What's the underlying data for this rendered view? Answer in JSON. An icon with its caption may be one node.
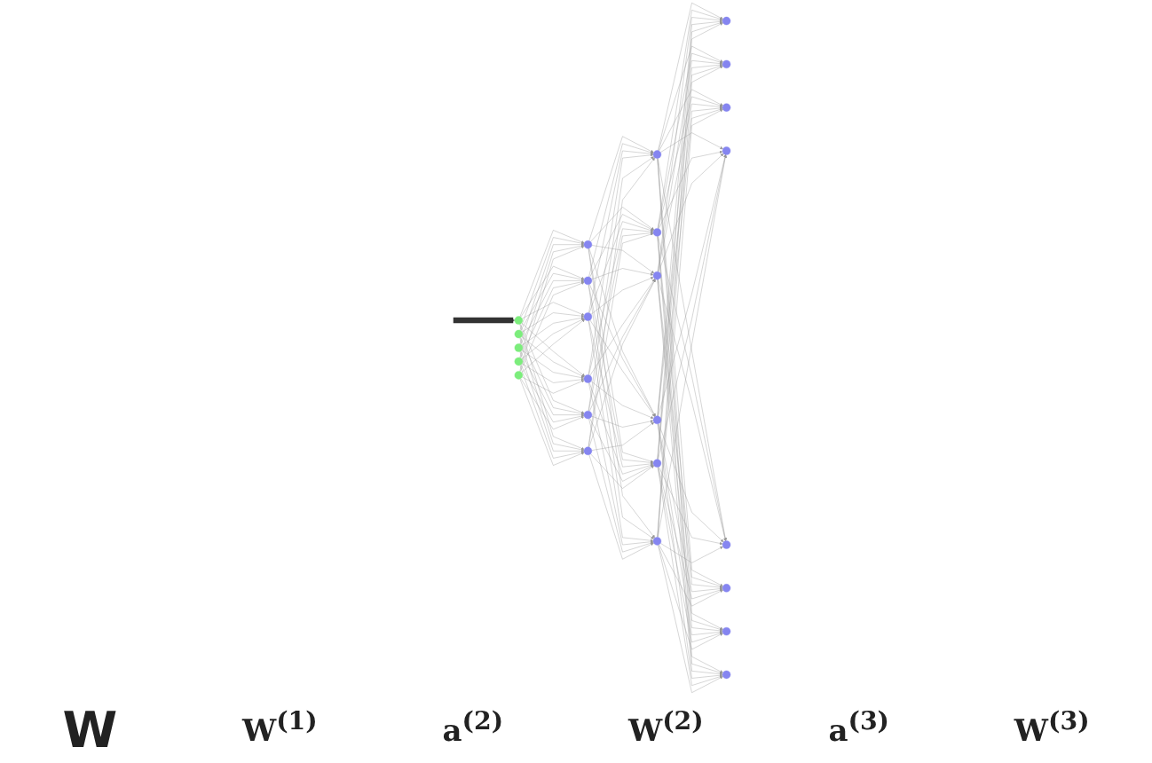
{
  "diagram": {
    "nodes": [
      {
        "text": [],
        "shape": "circle"
      },
      {
        "text": [],
        "shape": "circle"
      },
      {
        "text": [],
        "shape": "circle"
      },
      {
        "text": [],
        "shape": "circle"
      },
      {
        "text": [],
        "shape": "circle"
      },
      {
        "text": [],
        "shape": "circle"
      },
      {
        "text": [],
        "shape": "circle"
      },
      {
        "text": [],
        "shape": "circle"
      },
      {
        "text": [],
        "shape": "circle"
      },
      {
        "text": [],
        "shape": "circle"
      },
      {
        "text": [],
        "shape": "circle"
      },
      {
        "text": [],
        "shape": "circle"
      },
      {
        "text": [],
        "shape": "circle"
      },
      {
        "text": [],
        "shape": "circle"
      },
      {
        "text": [],
        "shape": "circle"
      },
      {
        "text": [],
        "shape": "circle"
      },
      {
        "text": [],
        "shape": "circle"
      },
      {
        "text": [],
        "shape": "circle"
      },
      {
        "text": [],
        "shape": "circle"
      },
      {
        "text": [],
        "shape": "circle"
      },
      {
        "text": [],
        "shape": "circle"
      },
      {
        "text": [],
        "shape": "circle"
      },
      {
        "text": [],
        "shape": "circle"
      },
      {
        "text": [],
        "shape": "circle"
      },
      {
        "text": [],
        "shape": "circle"
      }
    ],
    "edges": [
      {
        "from": null,
        "to": 0,
        "arrow": "to",
        "style": "thick",
        "color": "#333333"
      },
      {
        "from": 0,
        "to": 5,
        "arrow": "to"
      },
      {
        "from": 0,
        "to": 6,
        "arrow": "to"
      },
      {
        "from": 0,
        "to": 7,
        "arrow": "to"
      },
      {
        "from": 0,
        "to": 8,
        "arrow": "to"
      },
      {
        "from": 0,
        "to": 9,
        "arrow": "to"
      },
      {
        "from": 0,
        "to": 10,
        "arrow": "to"
      },
      {
        "from": 1,
        "to": 5,
        "arrow": "to"
      },
      {
        "from": 1,
        "to": 6,
        "arrow": "to"
      },
      {
        "from": 1,
        "to": 7,
        "arrow": "to"
      },
      {
        "from": 1,
        "to": 8,
        "arrow": "to"
      },
      {
        "from": 1,
        "to": 9,
        "arrow": "to"
      },
      {
        "from": 1,
        "to": 10,
        "arrow": "to"
      },
      {
        "from": 2,
        "to": 5,
        "arrow": "to"
      },
      {
        "from": 2,
        "to": 6,
        "arrow": "to"
      },
      {
        "from": 2,
        "to": 7,
        "arrow": "to"
      },
      {
        "from": 2,
        "to": 8,
        "arrow": "to"
      },
      {
        "from": 2,
        "to": 9,
        "arrow": "to"
      },
      {
        "from": 2,
        "to": 10,
        "arrow": "to"
      },
      {
        "from": 3,
        "to": 5,
        "arrow": "to"
      },
      {
        "from": 3,
        "to": 6,
        "arrow": "to"
      },
      {
        "from": 3,
        "to": 7,
        "arrow": "to"
      },
      {
        "from": 3,
        "to": 8,
        "arrow": "to"
      },
      {
        "from": 3,
        "to": 9,
        "arrow": "to"
      },
      {
        "from": 3,
        "to": 10,
        "arrow": "to"
      },
      {
        "from": 4,
        "to": 5,
        "arrow": "to"
      },
      {
        "from": 4,
        "to": 6,
        "arrow": "to"
      },
      {
        "from": 4,
        "to": 7,
        "arrow": "to"
      },
      {
        "from": 4,
        "to": 8,
        "arrow": "to"
      },
      {
        "from": 4,
        "to": 9,
        "arrow": "to"
      },
      {
        "from": 4,
        "to": 10,
        "arrow": "to"
      },
      {
        "from": 5,
        "to": 11,
        "arrow": "to"
      },
      {
        "from": 5,
        "to": 12,
        "arrow": "to"
      },
      {
        "from": 5,
        "to": 13,
        "arrow": "to"
      },
      {
        "from": 5,
        "to": 14,
        "arrow": "to"
      },
      {
        "from": 5,
        "to": 15,
        "arrow": "to"
      },
      {
        "from": 5,
        "to": 16,
        "arrow": "to"
      },
      {
        "from": 6,
        "to": 11,
        "arrow": "to"
      },
      {
        "from": 6,
        "to": 12,
        "arrow": "to"
      },
      {
        "from": 6,
        "to": 13,
        "arrow": "to"
      },
      {
        "from": 6,
        "to": 14,
        "arrow": "to"
      },
      {
        "from": 6,
        "to": 15,
        "arrow": "to"
      },
      {
        "from": 6,
        "to": 16,
        "arrow": "to"
      },
      {
        "from": 7,
        "to": 11,
        "arrow": "to"
      },
      {
        "from": 7,
        "to": 12,
        "arrow": "to"
      },
      {
        "from": 7,
        "to": 13,
        "arrow": "to"
      },
      {
        "from": 7,
        "to": 14,
        "arrow": "to"
      },
      {
        "from": 7,
        "to": 15,
        "arrow": "to"
      },
      {
        "from": 7,
        "to": 16,
        "arrow": "to"
      },
      {
        "from": 8,
        "to": 11,
        "arrow": "to"
      },
      {
        "from": 8,
        "to": 12,
        "arrow": "to"
      },
      {
        "from": 8,
        "to": 13,
        "arrow": "to"
      },
      {
        "from": 8,
        "to": 14,
        "arrow": "to"
      },
      {
        "from": 8,
        "to": 15,
        "arrow": "to"
      },
      {
        "from": 8,
        "to": 16,
        "arrow": "to"
      },
      {
        "from": 9,
        "to": 11,
        "arrow": "to"
      },
      {
        "from": 9,
        "to": 12,
        "arrow": "to"
      },
      {
        "from": 9,
        "to": 13,
        "arrow": "to"
      },
      {
        "from": 9,
        "to": 14,
        "arrow": "to"
      },
      {
        "from": 9,
        "to": 15,
        "arrow": "to"
      },
      {
        "from": 9,
        "to": 16,
        "arrow": "to"
      },
      {
        "from": 10,
        "to": 11,
        "arrow": "to"
      },
      {
        "from": 10,
        "to": 12,
        "arrow": "to"
      },
      {
        "from": 10,
        "to": 13,
        "arrow": "to"
      },
      {
        "from": 10,
        "to": 14,
        "arrow": "to"
      },
      {
        "from": 10,
        "to": 15,
        "arrow": "to"
      },
      {
        "from": 10,
        "to": 16,
        "arrow": "to"
      },
      {
        "from": 11,
        "to": 17,
        "arrow": "to"
      },
      {
        "from": 11,
        "to": 18,
        "arrow": "to"
      },
      {
        "from": 11,
        "to": 19,
        "arrow": "to"
      },
      {
        "from": 11,
        "to": 20,
        "arrow": "to"
      },
      {
        "from": 11,
        "to": 21,
        "arrow": "to"
      },
      {
        "from": 11,
        "to": 22,
        "arrow": "to"
      },
      {
        "from": 11,
        "to": 23,
        "arrow": "to"
      },
      {
        "from": 11,
        "to": 24,
        "arrow": "to"
      },
      {
        "from": 12,
        "to": 17,
        "arrow": "to"
      },
      {
        "from": 12,
        "to": 18,
        "arrow": "to"
      },
      {
        "from": 12,
        "to": 19,
        "arrow": "to"
      },
      {
        "from": 12,
        "to": 20,
        "arrow": "to"
      },
      {
        "from": 12,
        "to": 21,
        "arrow": "to"
      },
      {
        "from": 12,
        "to": 22,
        "arrow": "to"
      },
      {
        "from": 12,
        "to": 23,
        "arrow": "to"
      },
      {
        "from": 12,
        "to": 24,
        "arrow": "to"
      },
      {
        "from": 13,
        "to": 17,
        "arrow": "to"
      },
      {
        "from": 13,
        "to": 18,
        "arrow": "to"
      },
      {
        "from": 13,
        "to": 19,
        "arrow": "to"
      },
      {
        "from": 13,
        "to": 20,
        "arrow": "to"
      },
      {
        "from": 13,
        "to": 21,
        "arrow": "to"
      },
      {
        "from": 13,
        "to": 22,
        "arrow": "to"
      },
      {
        "from": 13,
        "to": 23,
        "arrow": "to"
      },
      {
        "from": 13,
        "to": 24,
        "arrow": "to"
      },
      {
        "from": 14,
        "to": 17,
        "arrow": "to"
      },
      {
        "from": 14,
        "to": 18,
        "arrow": "to"
      },
      {
        "from": 14,
        "to": 19,
        "arrow": "to"
      },
      {
        "from": 14,
        "to": 20,
        "arrow": "to"
      },
      {
        "from": 14,
        "to": 21,
        "arrow": "to"
      },
      {
        "from": 14,
        "to": 22,
        "arrow": "to"
      },
      {
        "from": 14,
        "to": 23,
        "arrow": "to"
      },
      {
        "from": 14,
        "to": 24,
        "arrow": "to"
      },
      {
        "from": 15,
        "to": 17,
        "arrow": "to"
      },
      {
        "from": 15,
        "to": 18,
        "arrow": "to"
      },
      {
        "from": 15,
        "to": 19,
        "arrow": "to"
      },
      {
        "from": 15,
        "to": 20,
        "arrow": "to"
      },
      {
        "from": 15,
        "to": 21,
        "arrow": "to"
      },
      {
        "from": 15,
        "to": 22,
        "arrow": "to"
      },
      {
        "from": 15,
        "to": 23,
        "arrow": "to"
      },
      {
        "from": 15,
        "to": 24,
        "arrow": "to"
      },
      {
        "from": 16,
        "to": 17,
        "arrow": "to"
      },
      {
        "from": 16,
        "to": 18,
        "arrow": "to"
      },
      {
        "from": 16,
        "to": 19,
        "arrow": "to"
      },
      {
        "from": 16,
        "to": 20,
        "arrow": "to"
      },
      {
        "from": 16,
        "to": 21,
        "arrow": "to"
      },
      {
        "from": 16,
        "to": 22,
        "arrow": "to"
      },
      {
        "from": 16,
        "to": 23,
        "arrow": "to"
      },
      {
        "from": 16,
        "to": 24,
        "arrow": "to"
      }
    ],
    "labels": [
      "W",
      "W$^{(1)}$",
      "a$^{(2)}$",
      "W$^{(2)}$",
      "a$^{(3)}$",
      "W$^{(3)}$"
    ]
  }
}
